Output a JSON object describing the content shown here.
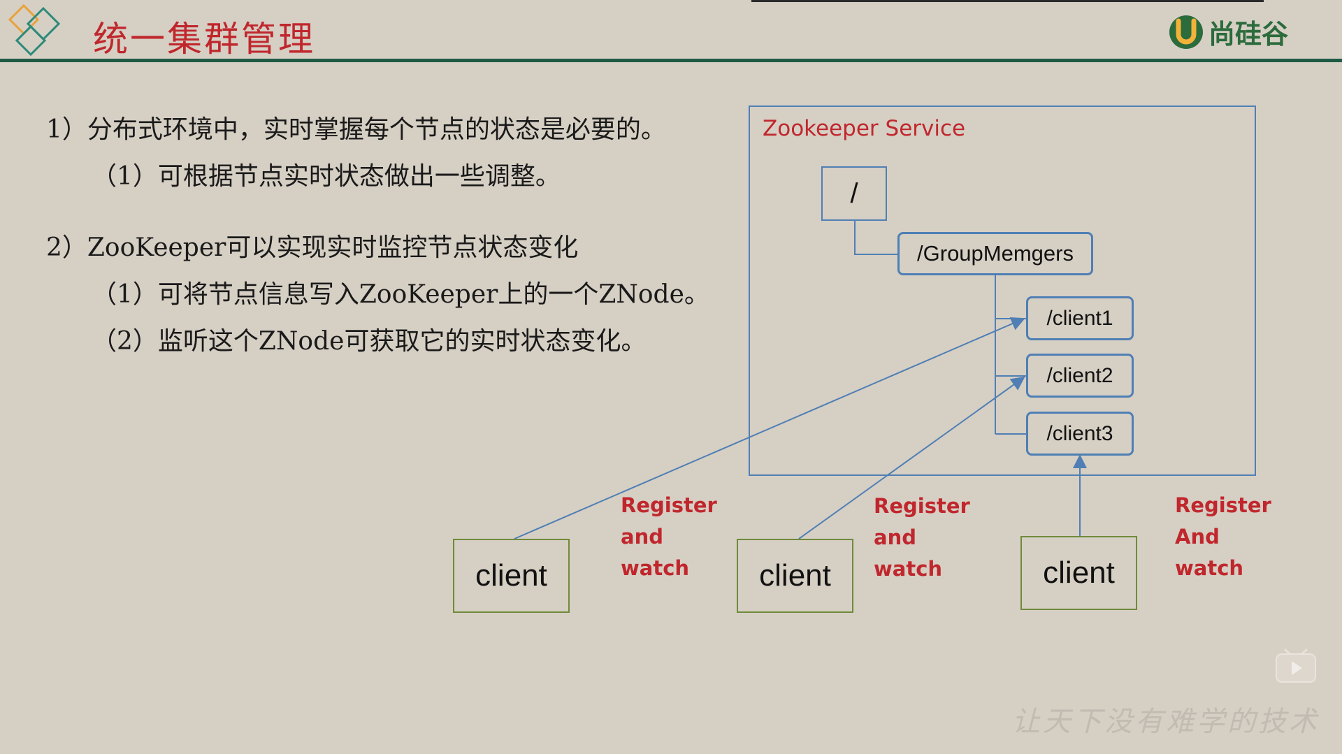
{
  "header": {
    "title": "统一集群管理",
    "brand_name": "尚硅谷",
    "logo_icon": "diamond-logo-icon",
    "brand_icon": "u-brand-icon"
  },
  "body": {
    "point1": "1）分布式环境中，实时掌握每个节点的状态是必要的。",
    "point1_sub1": "（1）可根据节点实时状态做出一些调整。",
    "point2": "2）ZooKeeper可以实现实时监控节点状态变化",
    "point2_sub1": "（1）可将节点信息写入ZooKeeper上的一个ZNode。",
    "point2_sub2": "（2）监听这个ZNode可获取它的实时状态变化。"
  },
  "diagram": {
    "service_title": "Zookeeper Service",
    "root_node": "/",
    "group_node": "/GroupMemgers",
    "child_nodes": [
      "/client1",
      "/client2",
      "/client3"
    ],
    "clients": [
      "client",
      "client",
      "client"
    ],
    "register_labels": [
      [
        "Register",
        "and",
        "watch"
      ],
      [
        "Register",
        "and",
        "watch"
      ],
      [
        "Register",
        "And",
        "watch"
      ]
    ]
  },
  "footer": {
    "slogan": "让天下没有难学的技术",
    "play_icon": "play-icon"
  },
  "colors": {
    "accent_red": "#c0272d",
    "rule_green": "#1f5a45",
    "node_blue": "#4f7fb4",
    "client_green": "#6f8a3a"
  }
}
